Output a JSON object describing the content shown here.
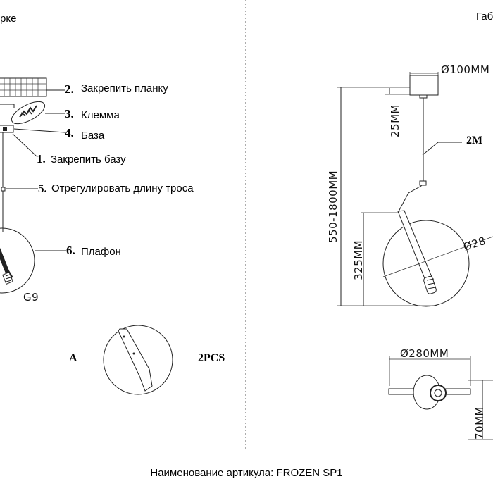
{
  "left_panel": {
    "title_fragment": "рке",
    "steps": [
      {
        "num": "2.",
        "text": "Закрепить планку"
      },
      {
        "num": "3.",
        "text": "Клемма"
      },
      {
        "num": "4.",
        "text": "База"
      },
      {
        "num": "1.",
        "text": "Закрепить базу"
      },
      {
        "num": "5.",
        "text": "Отрегулировать длину троса"
      },
      {
        "num": "6.",
        "text": "Плафон"
      }
    ],
    "bulb_label": "G9",
    "detail_label": "A",
    "quantity_label": "2PCS"
  },
  "right_panel": {
    "title_fragment": "Габ",
    "dims": {
      "canopy_diameter": "Ø100MM",
      "canopy_height": "25MM",
      "cable_length": "2M",
      "total_height": "550-1800MM",
      "shade_height": "325MM",
      "shade_diameter_partial": "Ø28",
      "top_view_diameter": "Ø280MM",
      "top_view_depth": "70MM"
    }
  },
  "footer": {
    "article": "Наименование артикула: FROZEN SP1"
  }
}
